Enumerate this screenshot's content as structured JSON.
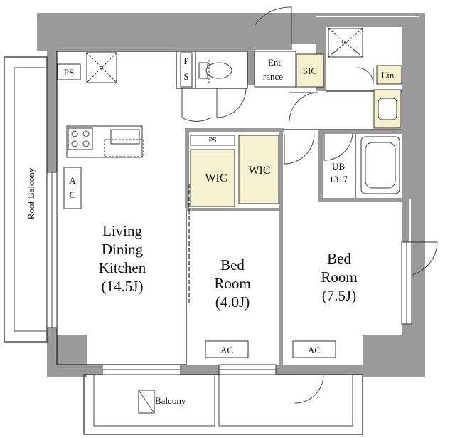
{
  "rooms": {
    "ldk": [
      "Living",
      "Dining",
      "Kitchen",
      "(14.5J)"
    ],
    "bed1": [
      "Bed",
      "Room",
      "(4.0J)"
    ],
    "bed2": [
      "Bed",
      "Room",
      "(7.5J)"
    ],
    "wic1": "WIC",
    "wic2": "WIC",
    "ub": [
      "UB",
      "1317"
    ],
    "entrance": [
      "Ent",
      "rance"
    ],
    "sic": "SIC",
    "lin": "Lin.",
    "ps_left": "PS",
    "ps_toilet": [
      "P",
      "S"
    ],
    "ps_wic": "PS",
    "ac_ldk": [
      "A",
      "C"
    ],
    "ac_bed1": "AC",
    "ac_bed2": "AC",
    "roof_balcony": "Roof Balcony",
    "balcony": "Balcony",
    "washer": "W",
    "fridge": "R"
  },
  "colors": {
    "wall": "#9a9a9a",
    "closet": "#f5f1cf",
    "line": "#222222"
  }
}
